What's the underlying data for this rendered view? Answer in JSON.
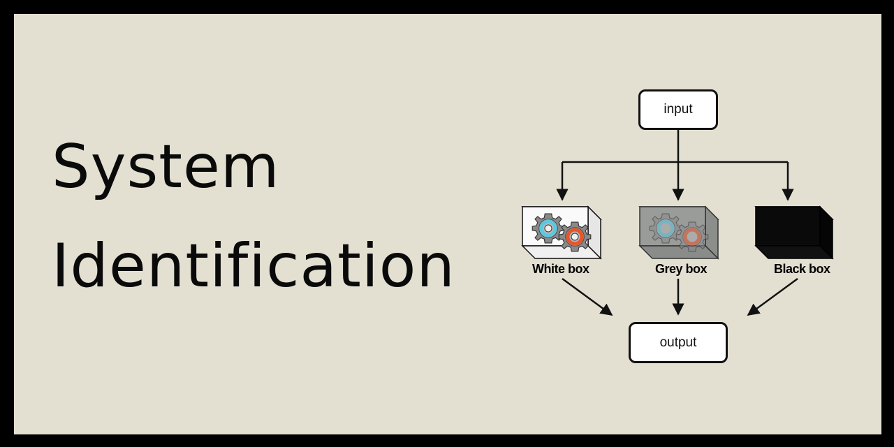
{
  "title": {
    "line1": "System",
    "line2": "Identification"
  },
  "diagram": {
    "input_label": "input",
    "output_label": "output",
    "boxes": [
      {
        "label": "White box",
        "type": "white-box"
      },
      {
        "label": "Grey box",
        "type": "grey-box"
      },
      {
        "label": "Black box",
        "type": "black-box"
      }
    ]
  },
  "colors": {
    "background": "#e3e0d2",
    "frame": "#000000",
    "gear_blue": "#5cc8e0",
    "gear_orange": "#e8552a"
  }
}
